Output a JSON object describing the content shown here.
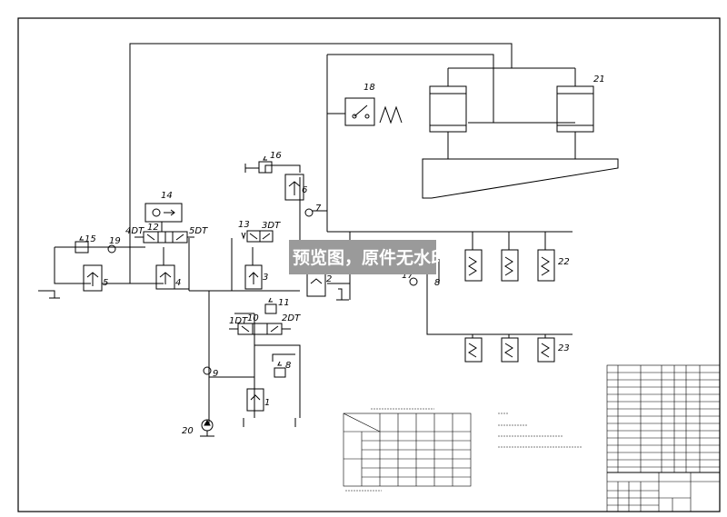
{
  "diagram": {
    "component_labels": {
      "c1": "1",
      "c2": "2",
      "c3": "3",
      "c4": "4",
      "c5": "5",
      "c6": "6",
      "c7": "7",
      "c8": "8",
      "c9": "9",
      "c10": "10",
      "c11": "11",
      "c12": "12",
      "c13": "13",
      "c14": "14",
      "c15": "15",
      "c16": "16",
      "c17": "17",
      "c18": "18",
      "c19": "19",
      "c20": "20",
      "c21": "21",
      "c22": "22",
      "c23": "23"
    },
    "solenoid_labels": {
      "s1dt": "1DT",
      "s2dt": "2DT",
      "s3dt": "3DT",
      "s4dt": "4DT",
      "s5dt": "5DT"
    },
    "watermark": "预览图，原件无水印"
  },
  "colors": {
    "line": "#000000",
    "watermark_bg": "#9a9a9a",
    "watermark_text": "#ffffff",
    "background": "#ffffff"
  }
}
